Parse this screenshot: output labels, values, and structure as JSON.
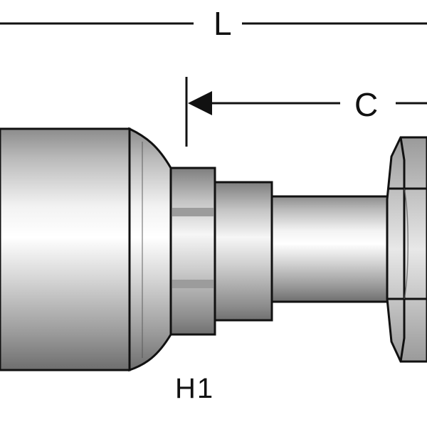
{
  "dimensions": {
    "overall_length_label": "L",
    "center_length_label": "C",
    "hex_size_label": "H1"
  },
  "colors": {
    "line": "#111111",
    "metal_light": "#f4f4f4",
    "metal_mid": "#c8c8c8",
    "metal_dark": "#8a8a8a",
    "background": "#ffffff"
  }
}
